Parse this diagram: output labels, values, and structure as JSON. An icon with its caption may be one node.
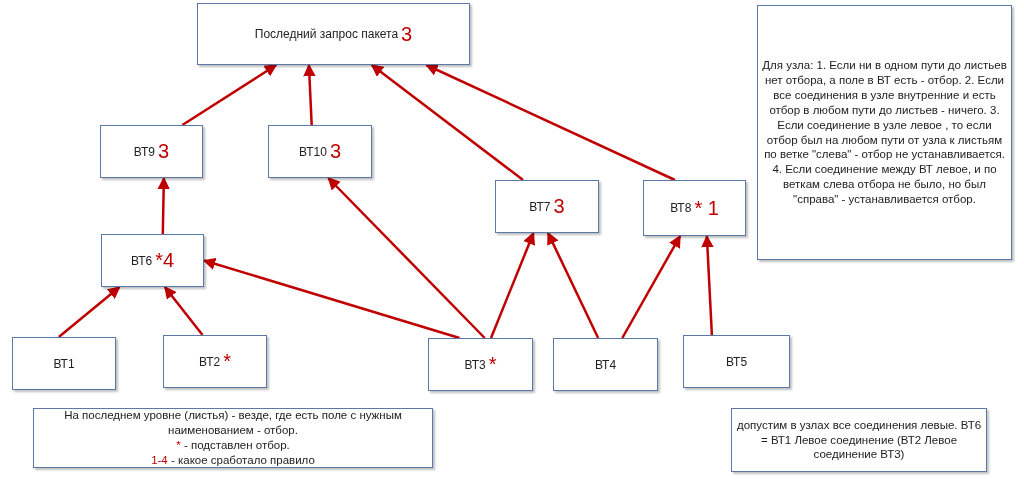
{
  "diagram": {
    "nodes": [
      {
        "text": [
          "Последний запрос пакета",
          "3"
        ]
      },
      {
        "text": [
          "Для узла: 1. Если ни в одном пути до листьев нет отбора, а поле в ВТ есть - отбор. 2. Если все соединения в узле внутренние и есть отбор в любом пути до листьев - ничего. 3. Если соединение в узле левое , то если отбор был на любом пути от узла к листьям по ветке \"слева\" - отбор не устанавливается. 4.  Если соединение между ВТ левое, и по веткам слева отбора не было, но был \"справа\" - устанавливается отбор."
        ]
      },
      {
        "text": [
          "ВТ9",
          "3"
        ]
      },
      {
        "text": [
          "ВТ10",
          "3"
        ]
      },
      {
        "text": [
          "ВТ7",
          "3"
        ]
      },
      {
        "text": [
          "ВТ8",
          "* 1"
        ]
      },
      {
        "text": [
          "ВТ6",
          "*4"
        ]
      },
      {
        "text": [
          "ВТ1"
        ]
      },
      {
        "text": [
          "ВТ2",
          "*"
        ]
      },
      {
        "text": [
          "ВТ3",
          "*"
        ]
      },
      {
        "text": [
          "ВТ4"
        ]
      },
      {
        "text": [
          "ВТ5"
        ]
      },
      {
        "text": [
          "На последнем уровне (листья) - везде, где есть поле с нужным наименованием - отбор.",
          "*",
          "- подставлен отбор.",
          "1-4",
          "- какое сработало правило"
        ]
      },
      {
        "text": [
          "допустим в узлах все соединения левые. ВТ6 = ВТ1 Левое соединение (ВТ2 Левое соединение ВТ3)"
        ]
      }
    ],
    "edges": [
      {
        "from": 2,
        "to": 0,
        "arrow": "to"
      },
      {
        "from": 3,
        "to": 0,
        "arrow": "to"
      },
      {
        "from": 4,
        "to": 0,
        "arrow": "to"
      },
      {
        "from": 5,
        "to": 0,
        "arrow": "to"
      },
      {
        "from": 6,
        "to": 2,
        "arrow": "to"
      },
      {
        "from": 7,
        "to": 6,
        "arrow": "to"
      },
      {
        "from": 8,
        "to": 6,
        "arrow": "to"
      },
      {
        "from": 9,
        "to": 6,
        "arrow": "to"
      },
      {
        "from": 9,
        "to": 3,
        "arrow": "to"
      },
      {
        "from": 9,
        "to": 4,
        "arrow": "to"
      },
      {
        "from": 10,
        "to": 4,
        "arrow": "to"
      },
      {
        "from": 10,
        "to": 5,
        "arrow": "to"
      },
      {
        "from": 11,
        "to": 5,
        "arrow": "to"
      }
    ]
  }
}
